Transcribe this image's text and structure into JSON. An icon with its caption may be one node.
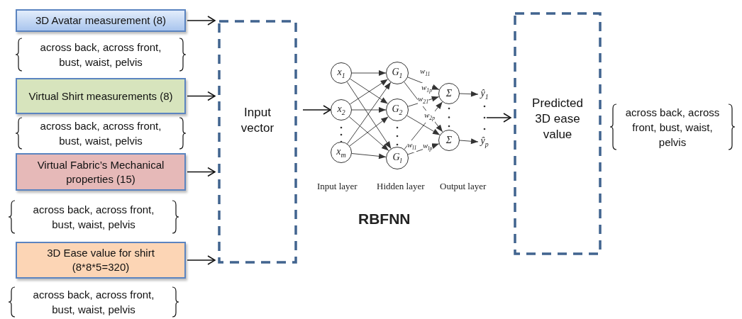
{
  "diagram": {
    "nodes": [
      {
        "text": [
          "3D Avatar measurement (8)"
        ],
        "beside": [
          "across back, across front, bust, waist, pelvis"
        ]
      },
      {
        "text": [
          "Virtual Shirt measurements (8)"
        ],
        "beside": [
          "across back, across front, bust, waist, pelvis"
        ]
      },
      {
        "text": [
          "Virtual Fabric’s Mechanical properties (15)"
        ],
        "beside": [
          "across back, across front, bust, waist, pelvis"
        ]
      },
      {
        "text": [
          "3D Ease value for shirt (8*8*5=320)"
        ],
        "beside": [
          "across back, across front, bust, waist, pelvis"
        ]
      },
      {
        "text": [
          "Input vector"
        ]
      },
      {
        "text": [
          "x$_{1}$"
        ]
      },
      {
        "text": [
          "x$_{2}$"
        ]
      },
      {
        "text": [
          "x$_{m}$"
        ]
      },
      {
        "text": [
          "G$_{1}$"
        ]
      },
      {
        "text": [
          "G$_{2}$"
        ]
      },
      {
        "text": [
          "G$_{l}$"
        ]
      },
      {
        "text": [
          "Σ"
        ]
      },
      {
        "text": [
          "Σ"
        ]
      },
      {
        "text": [
          "ŷ$_{1}$"
        ]
      },
      {
        "text": [
          "ŷ$_{p}$"
        ]
      },
      {
        "text": [
          "Predicted 3D ease value"
        ],
        "beside": [
          "across back, across front, bust, waist, pelvis"
        ]
      }
    ],
    "edges": [
      {
        "from": 0,
        "to": 4,
        "arrow": "to"
      },
      {
        "from": 1,
        "to": 4,
        "arrow": "to"
      },
      {
        "from": 2,
        "to": 4,
        "arrow": "to"
      },
      {
        "from": 3,
        "to": 4,
        "arrow": "to"
      },
      {
        "from": 4,
        "to": 6,
        "arrow": "to"
      },
      {
        "from": 5,
        "to": 8,
        "arrow": "to"
      },
      {
        "from": 5,
        "to": 9,
        "arrow": "to"
      },
      {
        "from": 5,
        "to": 10,
        "arrow": "to"
      },
      {
        "from": 6,
        "to": 8,
        "arrow": "to"
      },
      {
        "from": 6,
        "to": 9,
        "arrow": "to"
      },
      {
        "from": 6,
        "to": 10,
        "arrow": "to"
      },
      {
        "from": 7,
        "to": 8,
        "arrow": "to"
      },
      {
        "from": 7,
        "to": 9,
        "arrow": "to"
      },
      {
        "from": 7,
        "to": 10,
        "arrow": "to"
      },
      {
        "from": 8,
        "to": 11,
        "arrow": "to",
        "label": "w$_{11}$"
      },
      {
        "from": 8,
        "to": 12,
        "arrow": "to",
        "label": "w$_{1p}$"
      },
      {
        "from": 9,
        "to": 11,
        "arrow": "to",
        "label": "w$_{21}$"
      },
      {
        "from": 9,
        "to": 12,
        "arrow": "to",
        "label": "w$_{2p}$"
      },
      {
        "from": 10,
        "to": 11,
        "arrow": "to",
        "label": "w$_{l1}$"
      },
      {
        "from": 10,
        "to": 12,
        "arrow": "to",
        "label": "w$_{lp}$"
      },
      {
        "from": 11,
        "to": 13,
        "arrow": "to"
      },
      {
        "from": 12,
        "to": 14,
        "arrow": "to"
      },
      {
        "from": null,
        "to": 15,
        "arrow": "to"
      }
    ],
    "labels": [
      "Input layer",
      "Hidden layer",
      "Output layer",
      "RBFNN"
    ]
  }
}
